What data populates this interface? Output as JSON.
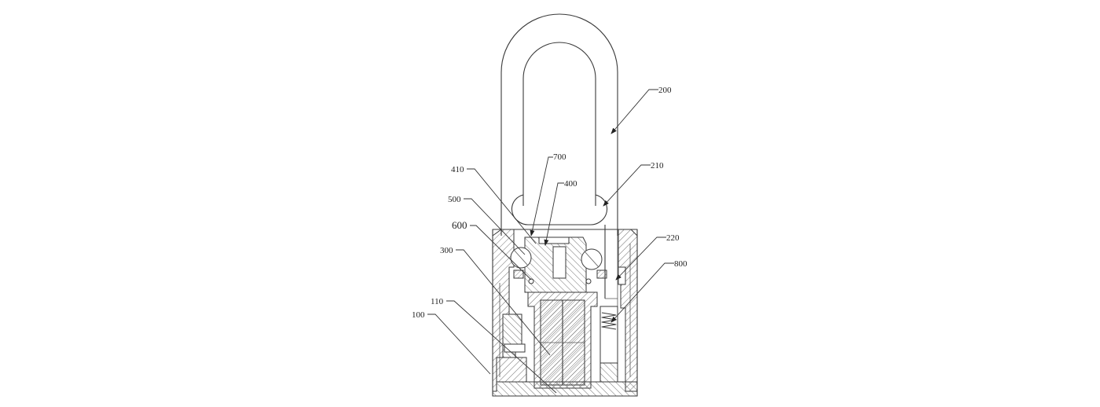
{
  "figure": {
    "labels": {
      "l200": "200",
      "l210": "210",
      "l220": "220",
      "l800": "800",
      "l700": "700",
      "l400": "400",
      "l410": "410",
      "l500": "500",
      "l600": "600",
      "l300": "300",
      "l110": "110",
      "l100": "100"
    },
    "colors": {
      "line": "#3a3a3a",
      "background": "#ffffff"
    }
  }
}
